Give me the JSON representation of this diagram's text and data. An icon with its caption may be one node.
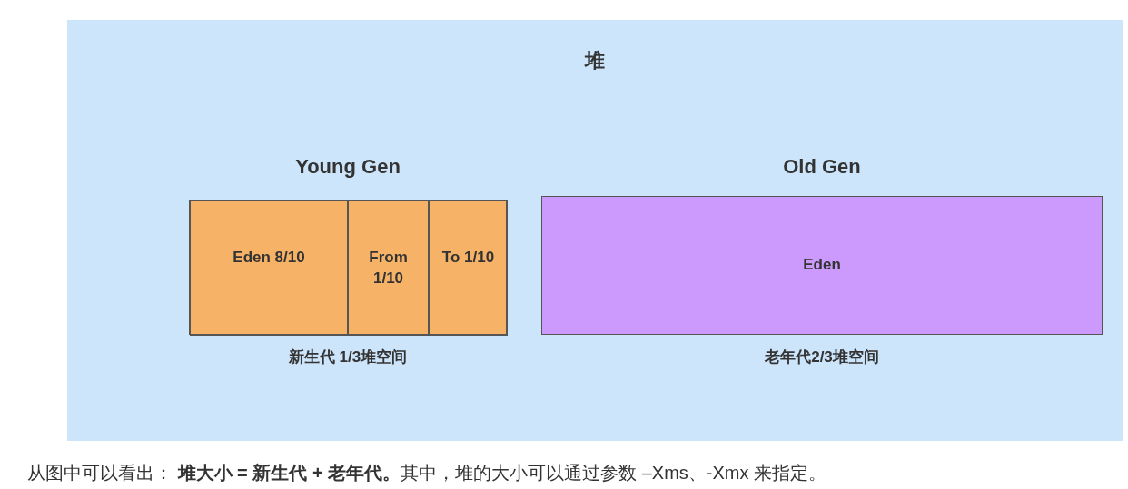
{
  "diagram": {
    "caption": "从图中可以看出： **堆大小 = 新生代 + 老年代。**其中，堆的大小可以通过参数 –Xms、-Xmx 来指定。",
    "nodes": [
      {
        "text": [
          "堆"
        ]
      },
      {
        "text": [
          "Young Gen"
        ],
        "beside": [
          "新生代 1/3堆空间"
        ],
        "in": 0
      },
      {
        "text": [
          "Eden 8/10"
        ],
        "in": 1
      },
      {
        "text": [
          "From 1/10"
        ],
        "in": 1
      },
      {
        "text": [
          "To 1/10"
        ],
        "in": 1
      },
      {
        "text": [
          "Old Gen",
          "Eden"
        ],
        "beside": [
          "老年代2/3堆空间"
        ],
        "in": 0
      }
    ]
  }
}
